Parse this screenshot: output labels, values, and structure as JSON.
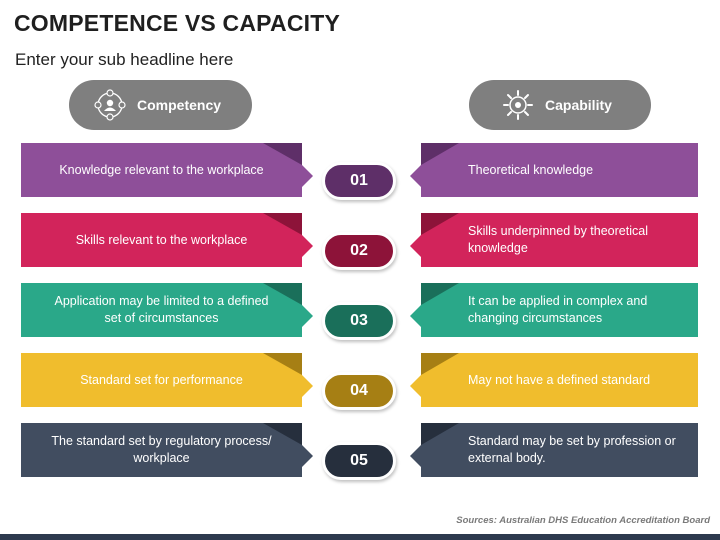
{
  "title": "COMPETENCE VS CAPACITY",
  "subtitle": "Enter your sub headline here",
  "headers": {
    "left": {
      "label": "Competency",
      "icon": "competency-network-icon"
    },
    "right": {
      "label": "Capability",
      "icon": "capability-gear-icon"
    }
  },
  "rows": [
    {
      "number": "01",
      "left": "Knowledge relevant to the workplace",
      "right": "Theoretical knowledge",
      "color": "#8e4f99",
      "dark": "#5e2f68"
    },
    {
      "number": "02",
      "left": "Skills relevant to the workplace",
      "right": "Skills underpinned by theoretical knowledge",
      "color": "#d2245b",
      "dark": "#8d1339"
    },
    {
      "number": "03",
      "left": "Application may be limited to a defined set of circumstances",
      "right": "It can be applied in complex and changing circumstances",
      "color": "#2aa889",
      "dark": "#1a6f5a"
    },
    {
      "number": "04",
      "left": "Standard set for performance",
      "right": "May not have a defined standard",
      "color": "#f0bd2d",
      "dark": "#a67f14"
    },
    {
      "number": "05",
      "left": "The standard set by regulatory process/ workplace",
      "right": "Standard may be set by profession or external body.",
      "color": "#414d60",
      "dark": "#262f3d"
    }
  ],
  "source": "Sources: Australian DHS Education Accreditation Board"
}
